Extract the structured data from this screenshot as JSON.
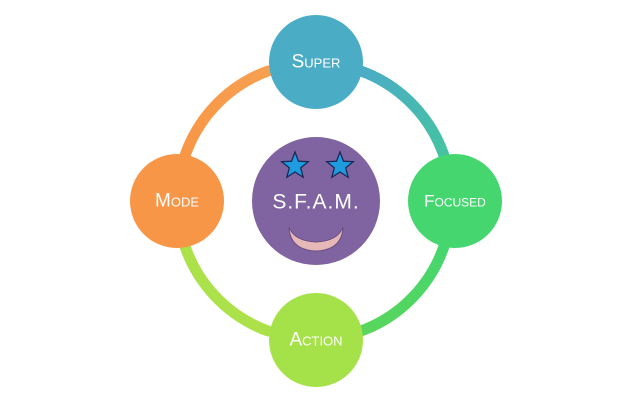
{
  "center": {
    "label": "S.F.A.M.",
    "color": "#8064a2",
    "star_color": "#1f9be0",
    "smile_color": "#e6b9b8"
  },
  "nodes": [
    {
      "label": "Super",
      "color": "#4bacc6"
    },
    {
      "label": "Focused",
      "color": "#45d66f"
    },
    {
      "label": "Action",
      "color": "#a5e24a"
    },
    {
      "label": "Mode",
      "color": "#f79646"
    }
  ]
}
